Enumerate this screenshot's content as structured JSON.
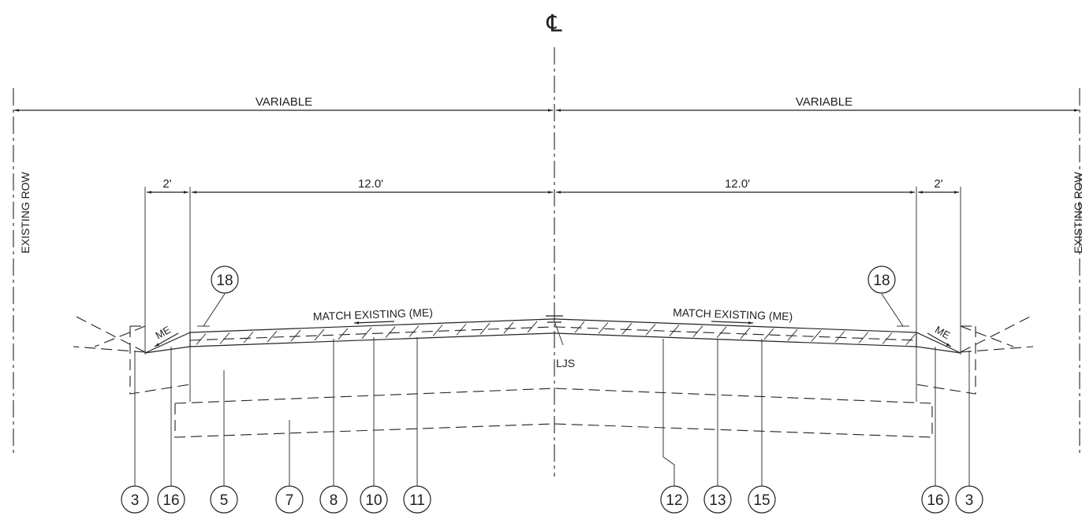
{
  "centerline_symbol": "℄",
  "existing_row_left": "EXISTING ROW",
  "existing_row_right": "EXISTING ROW",
  "variable_left": "VARIABLE",
  "variable_right": "VARIABLE",
  "dim_shoulder_left": "2'",
  "dim_lane_left": "12.0'",
  "dim_lane_right": "12.0'",
  "dim_shoulder_right": "2'",
  "match_existing_left": "MATCH EXISTING (ME)",
  "match_existing_right": "MATCH EXISTING (ME)",
  "me_left": "ME",
  "me_right": "ME",
  "ljs": "LJS",
  "callout_18_left": "18",
  "callout_18_right": "18",
  "callouts_bottom": [
    {
      "label": "3"
    },
    {
      "label": "16"
    },
    {
      "label": "5"
    },
    {
      "label": "7"
    },
    {
      "label": "8"
    },
    {
      "label": "10"
    },
    {
      "label": "11"
    },
    {
      "label": "12"
    },
    {
      "label": "13"
    },
    {
      "label": "15"
    },
    {
      "label": "16"
    },
    {
      "label": "3"
    }
  ]
}
